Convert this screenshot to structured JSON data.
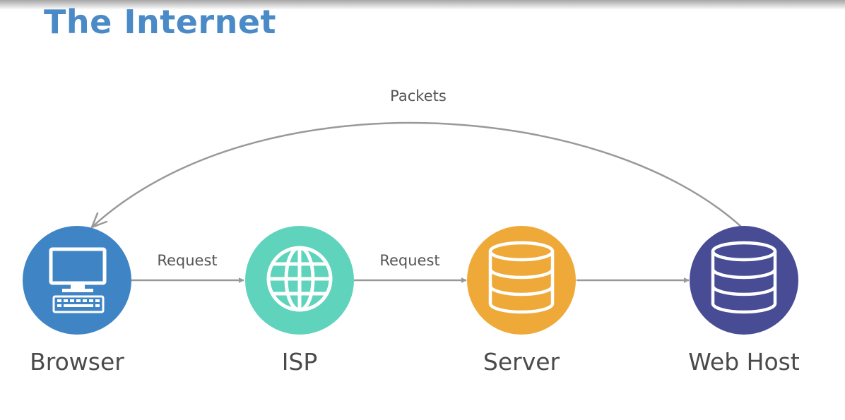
{
  "title": "The Internet",
  "nodes": [
    {
      "id": "browser",
      "label": "Browser",
      "color": "#3f85c6",
      "icon": "desktop-computer-icon"
    },
    {
      "id": "isp",
      "label": "ISP",
      "color": "#5fd3bb",
      "icon": "globe-icon"
    },
    {
      "id": "server",
      "label": "Server",
      "color": "#efa938",
      "icon": "database-icon"
    },
    {
      "id": "webhost",
      "label": "Web Host",
      "color": "#474c95",
      "icon": "database-icon"
    }
  ],
  "edges": [
    {
      "from": "browser",
      "to": "isp",
      "label": "Request"
    },
    {
      "from": "isp",
      "to": "server",
      "label": "Request"
    },
    {
      "from": "server",
      "to": "webhost",
      "label": ""
    },
    {
      "from": "webhost",
      "to": "browser",
      "label": "Packets"
    }
  ]
}
